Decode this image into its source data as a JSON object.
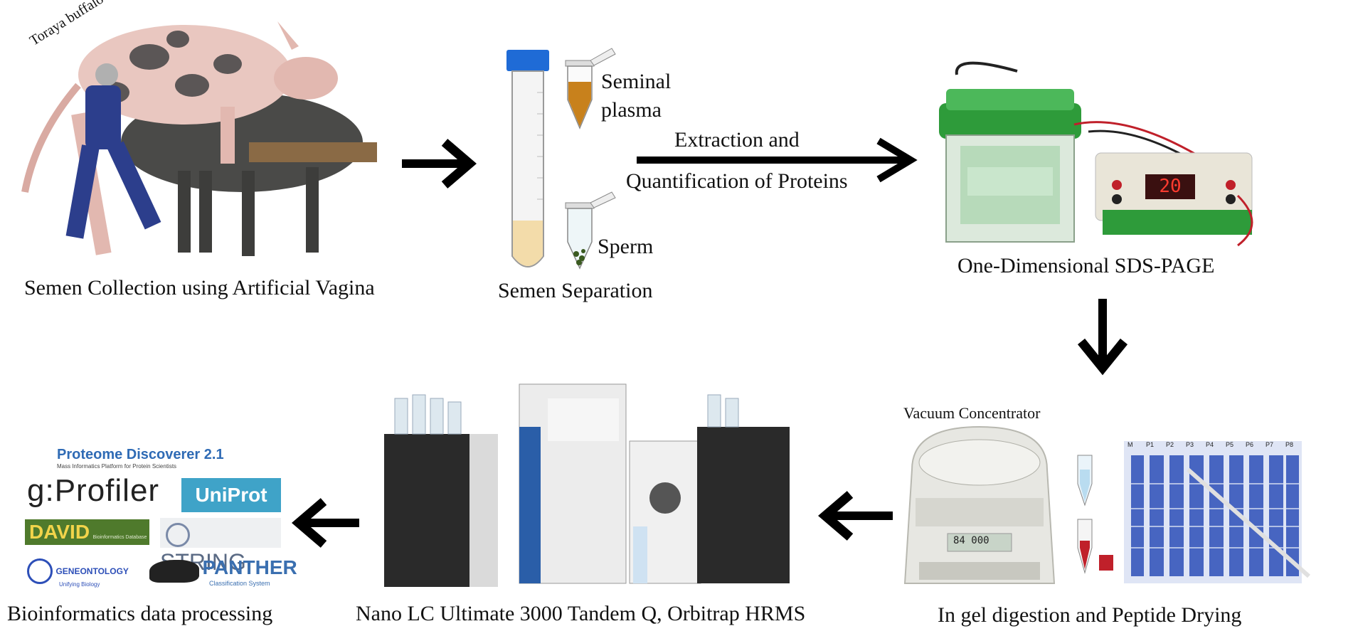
{
  "step1": {
    "label": "Toraya buffalo",
    "caption": "Semen Collection using Artificial  Vagina"
  },
  "step2": {
    "caption": "Semen Separation",
    "seminal": "Seminal plasma",
    "seminal_line1": "Seminal",
    "seminal_line2": "plasma",
    "sperm": "Sperm"
  },
  "arrow_label": {
    "line1": "Extraction and",
    "line2": "Quantification of Proteins"
  },
  "step3": {
    "caption": "One-Dimensional SDS-PAGE",
    "display": "20"
  },
  "step4": {
    "title": "Vacuum Concentrator",
    "caption": "In gel digestion and Peptide Drying",
    "display": "84 000",
    "lanes": [
      "M",
      "P1",
      "P2",
      "P3",
      "P4",
      "P5",
      "P6",
      "P7",
      "P8"
    ]
  },
  "step5": {
    "caption": "Nano LC Ultimate 3000 Tandem Q, Orbitrap HRMS"
  },
  "step6": {
    "caption": "Bioinformatics  data processing",
    "logos": {
      "pd_title": "Proteome Discoverer 2.1",
      "pd_sub": "Mass Informatics Platform for Protein Scientists",
      "gprofiler": "g:Profiler",
      "uniprot": "UniProt",
      "david": "DAVID",
      "david_sub": "Bioinformatics Database",
      "string": "STRING",
      "geneontology": "GENEONTOLOGY",
      "go_sub": "Unifying Biology",
      "panther": "PANTHER",
      "panther_sub": "Classification System"
    }
  },
  "colors": {
    "green": "#2e9b3a",
    "blue_gel": "#2d4fb8",
    "cap_blue": "#1f6bd6",
    "red": "#c0202a"
  }
}
